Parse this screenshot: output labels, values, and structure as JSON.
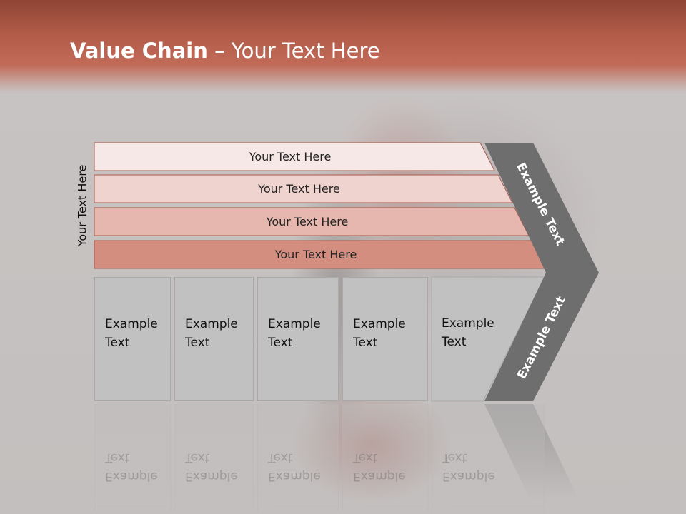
{
  "title": {
    "bold": "Value Chain",
    "rest": " – Your Text Here"
  },
  "side_label": "Your Text Here",
  "bars": [
    {
      "label": "Your Text Here",
      "color": "#f6e8e7"
    },
    {
      "label": "Your Text Here",
      "color": "#efd3cf"
    },
    {
      "label": "Your Text Here",
      "color": "#e6b7ae"
    },
    {
      "label": "Your Text Here",
      "color": "#d48e80"
    }
  ],
  "boxes": [
    {
      "line1": "Example",
      "line2": "Text"
    },
    {
      "line1": "Example",
      "line2": "Text"
    },
    {
      "line1": "Example",
      "line2": "Text"
    },
    {
      "line1": "Example",
      "line2": "Text"
    },
    {
      "line1": "Example",
      "line2": "Text"
    }
  ],
  "chevron": {
    "upper_label": "Example Text",
    "lower_label": "Example Text",
    "color": "#6e6e6e"
  },
  "colors": {
    "title_band": "#b05a48",
    "bar_border": "#a8584b",
    "box_fill": "#c2c1c1"
  }
}
